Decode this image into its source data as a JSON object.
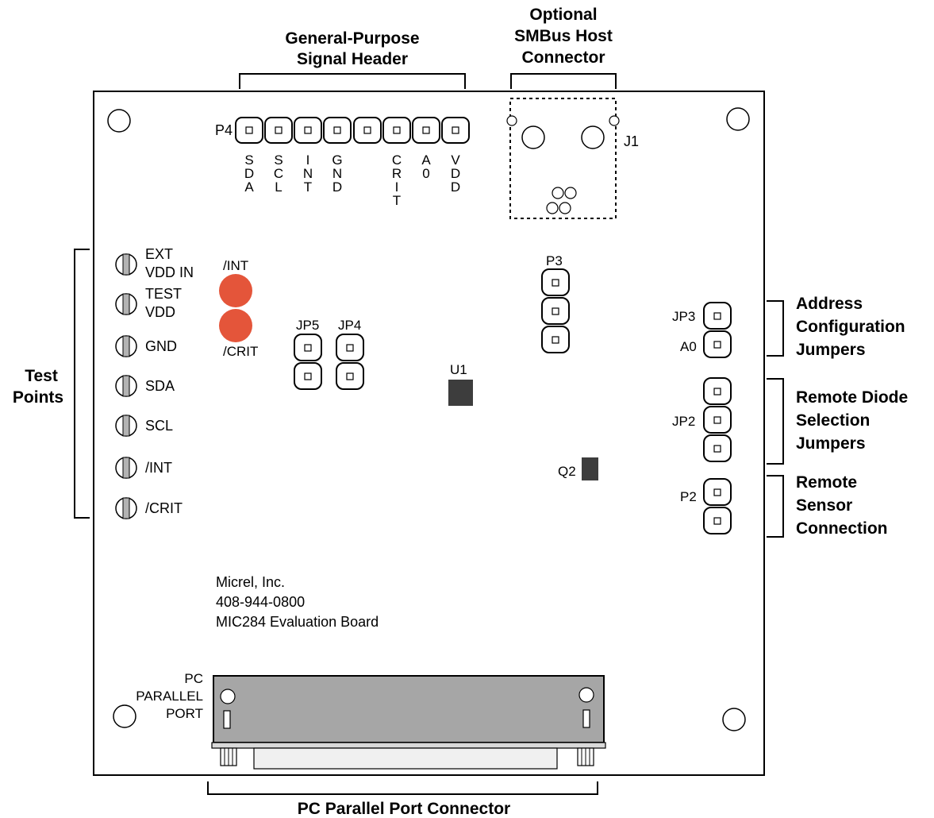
{
  "callouts": {
    "gp_header": [
      "General-Purpose",
      "Signal Header"
    ],
    "smbus": [
      "Optional",
      "SMBus Host",
      "Connector"
    ],
    "test_points": [
      "Test",
      "Points"
    ],
    "address_jumpers": [
      "Address",
      "Configuration",
      "Jumpers"
    ],
    "remote_diode": [
      "Remote Diode",
      "Selection",
      "Jumpers"
    ],
    "remote_sensor": [
      "Remote",
      "Sensor",
      "Connection"
    ],
    "parallel_port": "PC Parallel Port Connector"
  },
  "header_p4": {
    "label": "P4",
    "pins": [
      {
        "name": "SDA",
        "letters": [
          "S",
          "D",
          "A"
        ]
      },
      {
        "name": "SCL",
        "letters": [
          "S",
          "C",
          "L"
        ]
      },
      {
        "name": "INT",
        "letters": [
          "I",
          "N",
          "T"
        ]
      },
      {
        "name": "GND",
        "letters": [
          "G",
          "N",
          "D"
        ]
      },
      {
        "name": "",
        "letters": []
      },
      {
        "name": "CRIT",
        "letters": [
          "C",
          "R",
          "I",
          "T"
        ]
      },
      {
        "name": "A0",
        "letters": [
          "A",
          "0"
        ]
      },
      {
        "name": "VDD",
        "letters": [
          "V",
          "D",
          "D"
        ]
      }
    ]
  },
  "j1_label": "J1",
  "test_points": [
    {
      "label": [
        "EXT",
        "VDD IN"
      ]
    },
    {
      "label": [
        "TEST",
        "VDD"
      ]
    },
    {
      "label": [
        "GND"
      ]
    },
    {
      "label": [
        "SDA"
      ]
    },
    {
      "label": [
        "SCL"
      ]
    },
    {
      "label": [
        "/INT"
      ]
    },
    {
      "label": [
        "/CRIT"
      ]
    }
  ],
  "leds": {
    "int_label": "/INT",
    "crit_label": "/CRIT",
    "color": "#e4553a"
  },
  "jumpers": {
    "jp5": "JP5",
    "jp4": "JP4",
    "p3": "P3",
    "jp3": "JP3",
    "a0": "A0",
    "jp2": "JP2",
    "p2": "P2"
  },
  "chips": {
    "u1": "U1",
    "q2": "Q2"
  },
  "board_info": [
    "Micrel, Inc.",
    "408-944-0800",
    "MIC284 Evaluation Board"
  ],
  "pc_port_label": [
    "PC",
    "PARALLEL",
    "PORT"
  ]
}
